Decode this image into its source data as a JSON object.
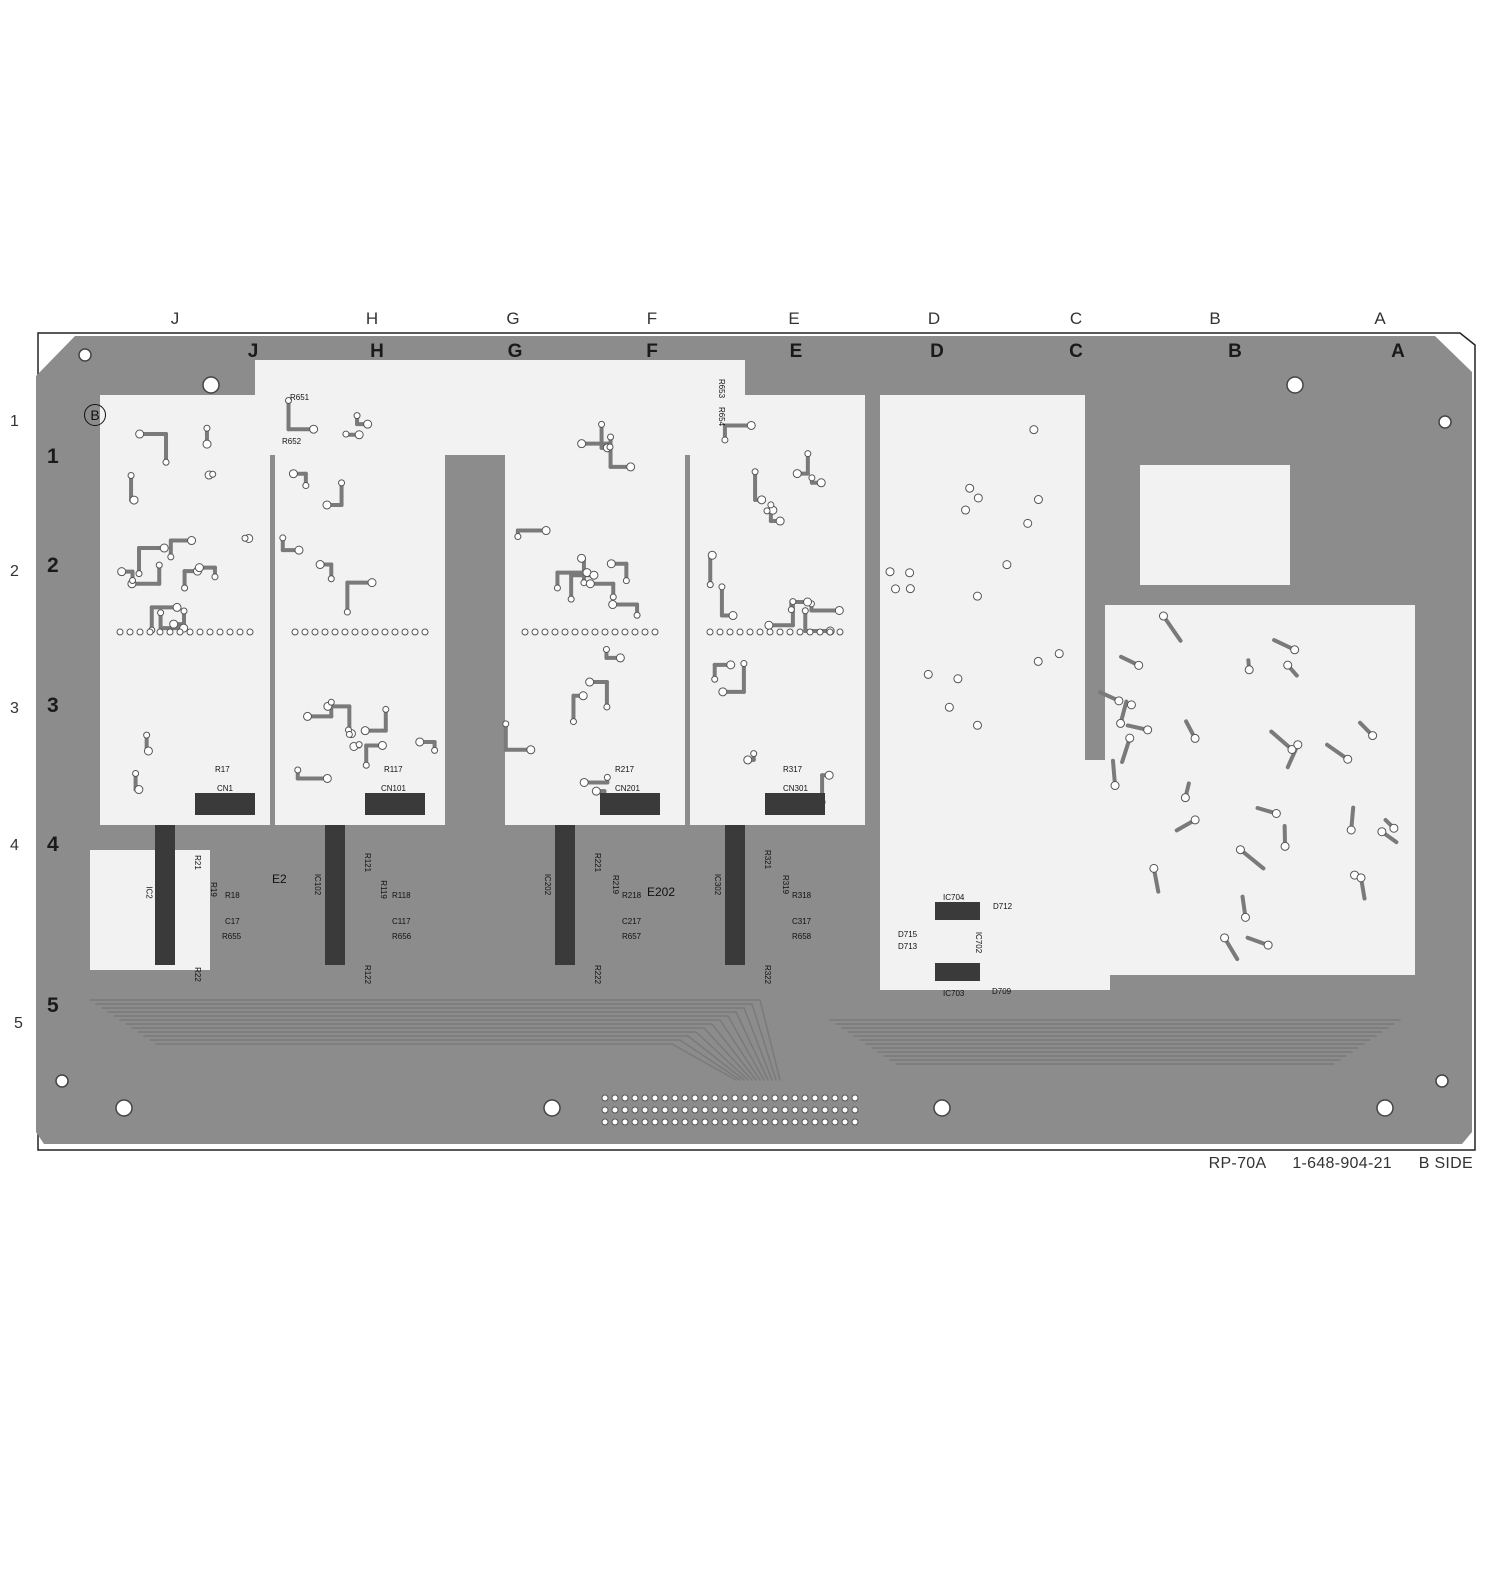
{
  "board": {
    "model": "RP-70A",
    "part_number": "1-648-904-21",
    "side": "B SIDE",
    "corner_marker": "B"
  },
  "grid": {
    "columns": [
      "J",
      "H",
      "G",
      "F",
      "E",
      "D",
      "C",
      "B",
      "A"
    ],
    "rows": [
      "1",
      "2",
      "3",
      "4",
      "5"
    ]
  },
  "components": [
    {
      "ref": "R17"
    },
    {
      "ref": "CN1"
    },
    {
      "ref": "R117"
    },
    {
      "ref": "CN101"
    },
    {
      "ref": "R217"
    },
    {
      "ref": "CN201"
    },
    {
      "ref": "R317"
    },
    {
      "ref": "CN301"
    },
    {
      "ref": "E2"
    },
    {
      "ref": "E202"
    },
    {
      "ref": "IC2"
    },
    {
      "ref": "IC102"
    },
    {
      "ref": "IC202"
    },
    {
      "ref": "IC302"
    },
    {
      "ref": "R651"
    },
    {
      "ref": "R652"
    },
    {
      "ref": "R653"
    },
    {
      "ref": "R654"
    },
    {
      "ref": "R655"
    },
    {
      "ref": "R656"
    },
    {
      "ref": "R657"
    },
    {
      "ref": "R658"
    },
    {
      "ref": "R18"
    },
    {
      "ref": "R118"
    },
    {
      "ref": "R218"
    },
    {
      "ref": "R318"
    },
    {
      "ref": "C17"
    },
    {
      "ref": "C117"
    },
    {
      "ref": "C217"
    },
    {
      "ref": "C317"
    },
    {
      "ref": "R19"
    },
    {
      "ref": "R119"
    },
    {
      "ref": "R219"
    },
    {
      "ref": "R319"
    },
    {
      "ref": "R21"
    },
    {
      "ref": "R121"
    },
    {
      "ref": "R221"
    },
    {
      "ref": "R321"
    },
    {
      "ref": "R22"
    },
    {
      "ref": "R122"
    },
    {
      "ref": "R222"
    },
    {
      "ref": "R322"
    },
    {
      "ref": "IC704"
    },
    {
      "ref": "IC703"
    },
    {
      "ref": "D712"
    },
    {
      "ref": "D715"
    },
    {
      "ref": "D713"
    },
    {
      "ref": "D709"
    },
    {
      "ref": "IC702"
    }
  ],
  "colors": {
    "copper": "#8c8c8c",
    "trace": "#7a7a7a",
    "board_bg": "#f2f2f2",
    "component_body": "#3a3a3a",
    "outline": "#222222"
  }
}
